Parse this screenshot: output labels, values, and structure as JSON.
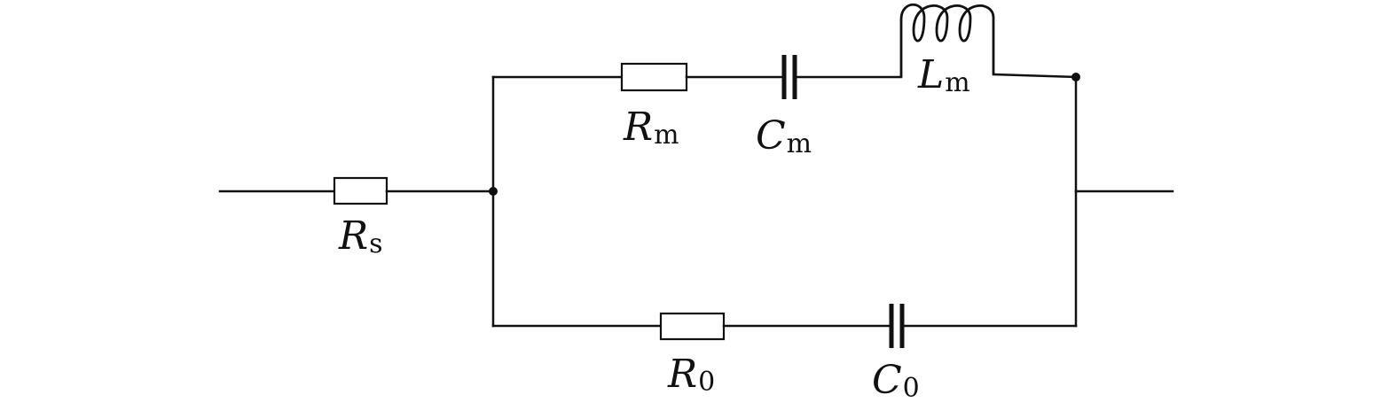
{
  "components": {
    "Rs": {
      "symbol": "R",
      "subscript": "s"
    },
    "Rm": {
      "symbol": "R",
      "subscript": "m"
    },
    "Cm": {
      "symbol": "C",
      "subscript": "m"
    },
    "Lm": {
      "symbol": "L",
      "subscript": "m"
    },
    "R0": {
      "symbol": "R",
      "subscript": "0"
    },
    "C0": {
      "symbol": "C",
      "subscript": "0"
    }
  }
}
